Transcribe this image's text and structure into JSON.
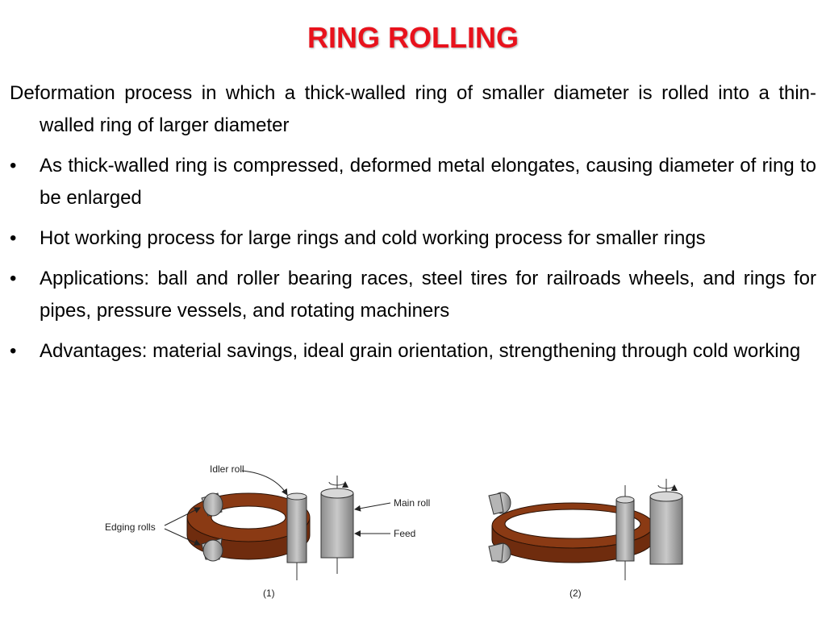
{
  "title": "RING ROLLING",
  "colors": {
    "title": "#e8121c",
    "ring": "#8a3a14",
    "roll": "#a7a7a7"
  },
  "intro": "Deformation process in which a thick-walled ring of smaller diameter is rolled into a thin-walled ring of larger diameter",
  "bullets": [
    "As thick-walled ring is compressed, deformed metal elongates, causing diameter of ring to be enlarged",
    "Hot working process for large rings and cold working process for smaller rings",
    "Applications: ball and roller bearing races, steel tires for railroads wheels, and rings for pipes, pressure vessels, and rotating machiners",
    "Advantages: material savings, ideal grain orientation, strengthening through cold working"
  ],
  "bullet_glyph": "•",
  "figure": {
    "labels": {
      "idler": "Idler roll",
      "main": "Main roll",
      "edging": "Edging rolls",
      "feed": "Feed",
      "step1": "(1)",
      "step2": "(2)"
    }
  }
}
